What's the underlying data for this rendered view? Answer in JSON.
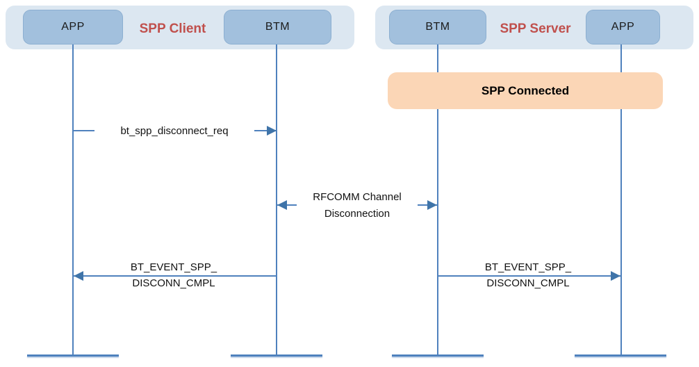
{
  "client_panel": {
    "title": "SPP Client",
    "nodes": {
      "app": "APP",
      "btm": "BTM"
    }
  },
  "server_panel": {
    "title": "SPP Server",
    "nodes": {
      "btm": "BTM",
      "app": "APP"
    }
  },
  "state_banner": {
    "label": "SPP Connected"
  },
  "messages": {
    "disconnect_req": {
      "label": "bt_spp_disconnect_req",
      "direction": "right"
    },
    "rfcomm": {
      "line1": "RFCOMM Channel",
      "line2": "Disconnection",
      "direction": "both"
    },
    "client_cmpl": {
      "line1": "BT_EVENT_SPP_",
      "line2": "DISCONN_CMPL",
      "direction": "left"
    },
    "server_cmpl": {
      "line1": "BT_EVENT_SPP_",
      "line2": "DISCONN_CMPL",
      "direction": "right"
    }
  },
  "colors": {
    "line_blue": "#4f81bd",
    "arrowhead_blue": "#3f74a9",
    "panel_fill": "#dce7f1",
    "node_fill": "#a2c0dd",
    "state_fill": "#fbd6b6",
    "title_red": "#c0504d",
    "text_black": "#1a1a1a",
    "background": "#ffffff"
  }
}
